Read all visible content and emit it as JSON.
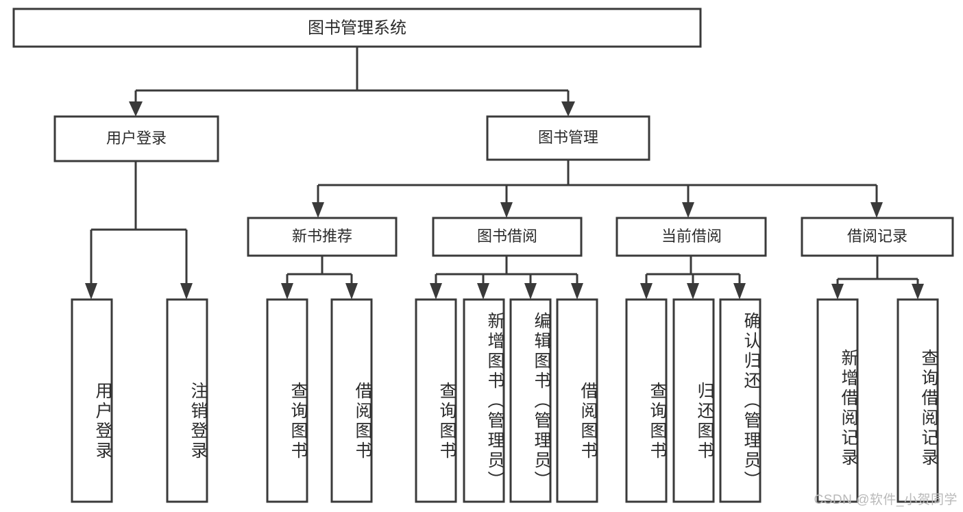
{
  "diagram": {
    "type": "tree-hierarchy",
    "title": "图书管理系统",
    "watermark": "CSDN @软件_小贺同学",
    "colors": {
      "stroke": "#3a3a3a",
      "fill": "#ffffff",
      "text": "#2b2b2b",
      "watermark": "#b9b9b9",
      "background": "#ffffff"
    },
    "root": {
      "label": "图书管理系统"
    },
    "level2": [
      {
        "label": "用户登录"
      },
      {
        "label": "图书管理"
      }
    ],
    "level3": [
      {
        "label": "新书推荐",
        "parent": "图书管理"
      },
      {
        "label": "图书借阅",
        "parent": "图书管理"
      },
      {
        "label": "当前借阅",
        "parent": "图书管理"
      },
      {
        "label": "借阅记录",
        "parent": "图书管理"
      }
    ],
    "leaves": {
      "user_login": [
        {
          "label": "用户登录"
        },
        {
          "label": "注销登录"
        }
      ],
      "new_book_recommend": [
        {
          "label": "查询图书"
        },
        {
          "label": "借阅图书"
        }
      ],
      "book_borrow": [
        {
          "label": "查询图书"
        },
        {
          "label": "新增图书（管理员）"
        },
        {
          "label": "编辑图书（管理员）"
        },
        {
          "label": "借阅图书"
        }
      ],
      "current_borrow": [
        {
          "label": "查询图书"
        },
        {
          "label": "归还图书"
        },
        {
          "label": "确认归还（管理员）"
        }
      ],
      "borrow_record": [
        {
          "label": "新增借阅记录"
        },
        {
          "label": "查询借阅记录"
        }
      ]
    }
  }
}
